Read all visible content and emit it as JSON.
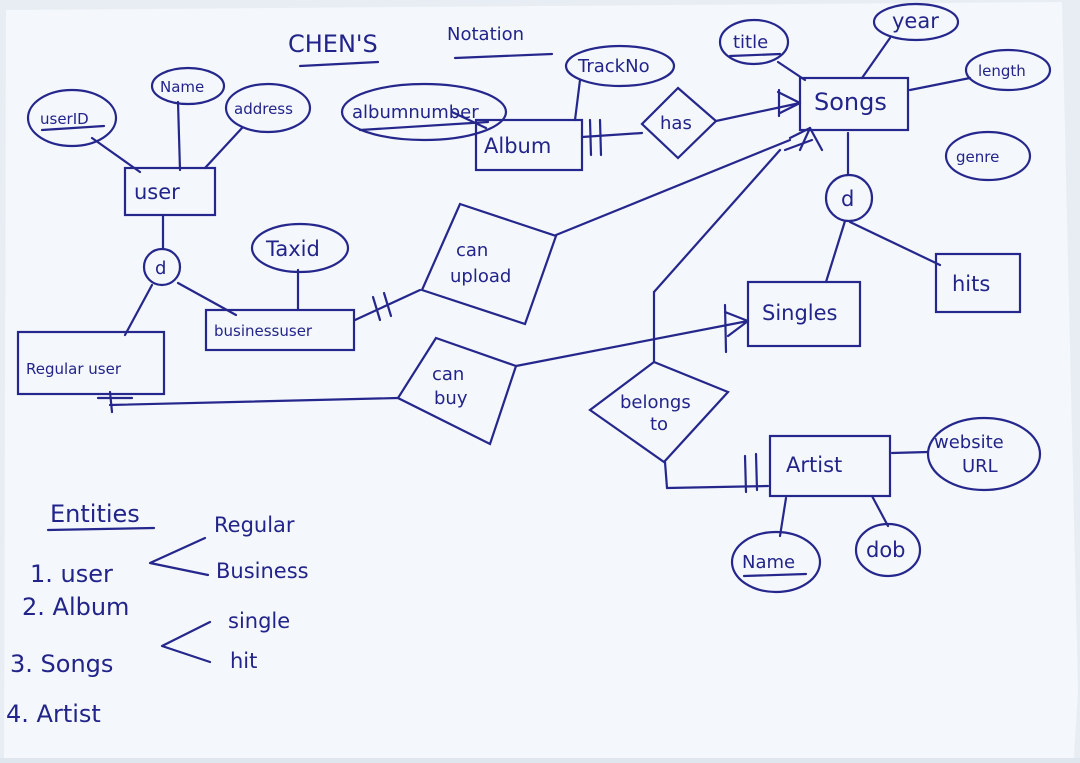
{
  "title": {
    "left": "CHEN'S",
    "right": "Notation"
  },
  "entities": {
    "user": "user",
    "album": "Album",
    "songs": "Songs",
    "regular_user": "Regular user",
    "business_user": "businessuser",
    "singles": "Singles",
    "hits": "hits",
    "artist": "Artist"
  },
  "relationships": {
    "has": "has",
    "can_upload_1": "can",
    "can_upload_2": "upload",
    "can_buy_1": "can",
    "can_buy_2": "buy",
    "belongs_to_1": "belongs",
    "belongs_to_2": "to"
  },
  "attributes": {
    "userid": "userID",
    "user_name": "Name",
    "address": "address",
    "albumnumber": "albumnumber",
    "trackno": "TrackNo",
    "title": "title",
    "year": "year",
    "length": "length",
    "genre": "genre",
    "taxid": "Taxid",
    "website_1": "website",
    "website_2": "URL",
    "artist_name": "Name",
    "dob": "dob"
  },
  "disjoint": {
    "user": "d",
    "songs": "d"
  },
  "legend": {
    "heading": "Entities",
    "items": [
      "1. user",
      "2. Album",
      "3. Songs",
      "4. Artist"
    ],
    "user_subtypes": [
      "Regular",
      "Business"
    ],
    "songs_subtypes": [
      "single",
      "hit"
    ]
  },
  "colors": {
    "ink": "#25278c",
    "paper": "#f4f7fb",
    "background": "#dfe6ee"
  }
}
